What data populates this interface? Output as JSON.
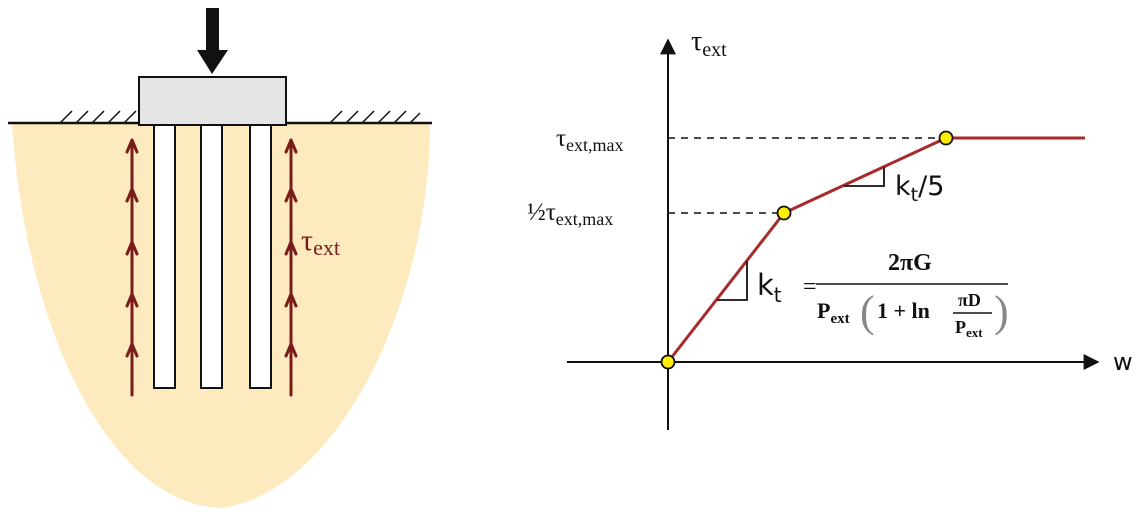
{
  "colors": {
    "soil": "#fdebbf",
    "cap": "#e5e5e5",
    "pile": "#ffffff",
    "outline": "#111111",
    "shear_arrow": "#7a1c1c",
    "curve": "#a82a2a",
    "node_fill": "#ffee00",
    "axis": "#111111"
  },
  "left_panel": {
    "shear_label_base": "τ",
    "shear_label_sub": "ext",
    "icons": [
      "load-arrow-icon",
      "ground-hatch-icon",
      "shear-arrow-icon"
    ]
  },
  "right_panel": {
    "y_axis_label_base": "τ",
    "y_axis_label_sub": "ext",
    "x_axis_label": "w",
    "tau_max_label_base": "τ",
    "tau_max_label_sub": "ext,max",
    "half_label_prefix": "½",
    "half_label_base": "τ",
    "half_label_sub": "ext,max",
    "slope_upper_k": "k",
    "slope_upper_sub": "t",
    "slope_upper_suffix": "/5",
    "slope_lower_k": "k",
    "slope_lower_sub": "t",
    "formula": {
      "equals": "=",
      "numerator": "2πG",
      "den_p": "P",
      "den_p_sub": "ext",
      "den_open": "(",
      "den_close": ")",
      "den_one_ln": "1 + ln",
      "frac_num": "πD",
      "frac_den_p": "P",
      "frac_den_sub": "ext"
    }
  }
}
